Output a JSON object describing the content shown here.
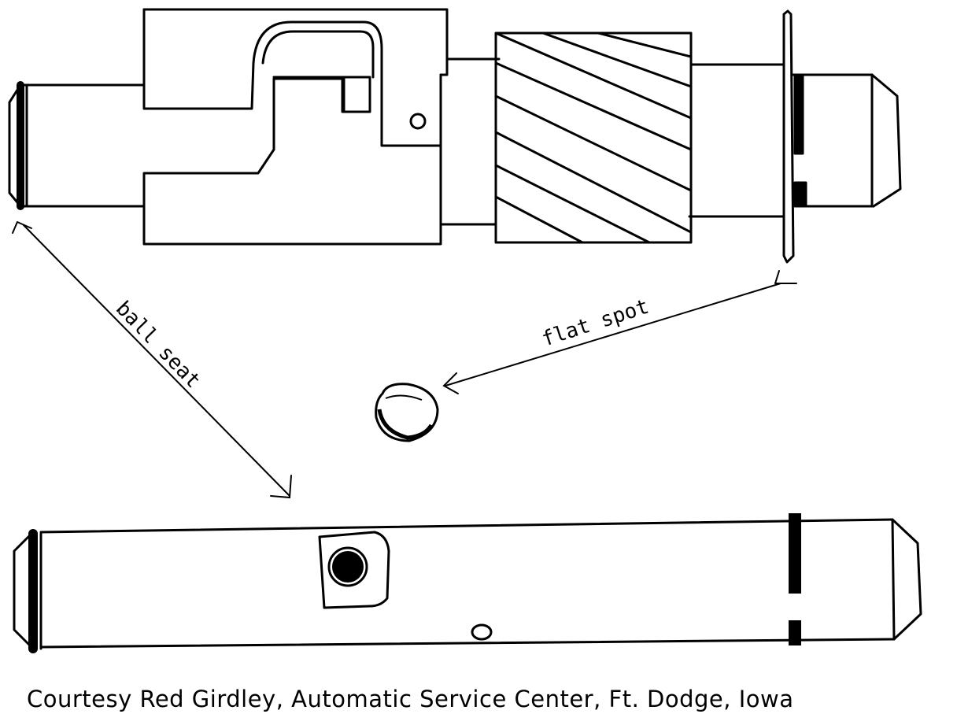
{
  "labels": {
    "ball_seat": "ball seat",
    "flat_spot": "flat spot"
  },
  "credit": "Courtesy Red Girdley, Automatic Service Center, Ft. Dodge, Iowa",
  "colors": {
    "ink": "#000000",
    "paper": "#ffffff"
  }
}
